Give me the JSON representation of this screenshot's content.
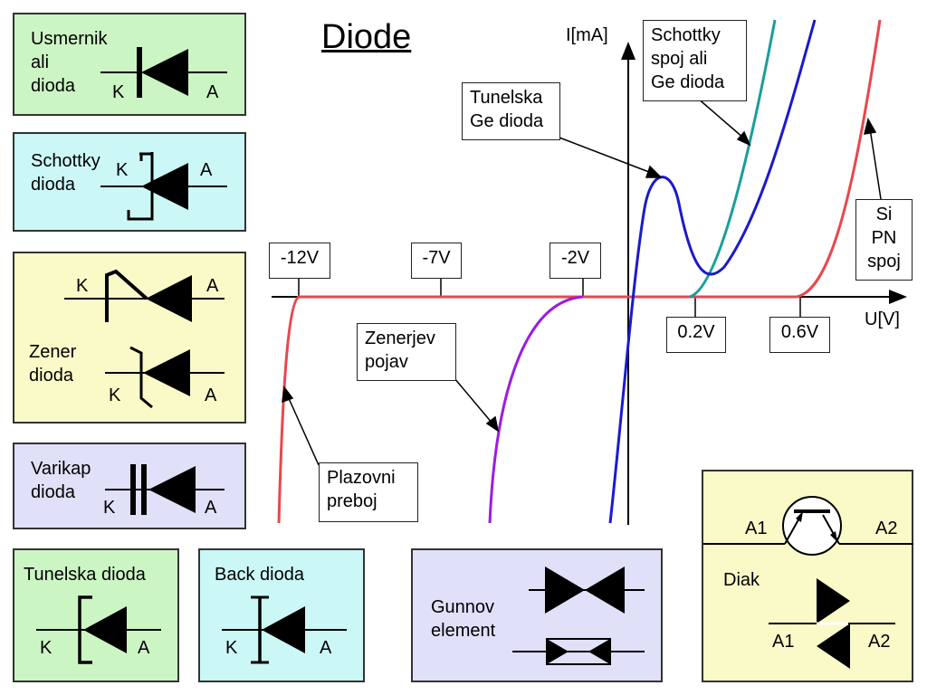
{
  "title": "Diode",
  "axes": {
    "y_label": "I[mA]",
    "x_label": "U[V]"
  },
  "voltage_labels": {
    "v12": "-12V",
    "v7": "-7V",
    "v2": "-2V",
    "v02": "0.2V",
    "v06": "0.6V"
  },
  "curve_labels": {
    "tunelska": "Tunelska\nGe dioda",
    "schottky": "Schottky\nspoj ali\nGe dioda",
    "si": "Si\nPN\nspoj",
    "zener": "Zenerjev\npojav",
    "plazovni": "Plazovni\npreboj"
  },
  "symbols": {
    "usmernik": {
      "name": "Usmernik\nali\ndioda",
      "k": "K",
      "a": "A"
    },
    "schottky": {
      "name": "Schottky\ndioda",
      "k": "K",
      "a": "A"
    },
    "zener": {
      "name": "Zener\ndioda",
      "k1": "K",
      "a1": "A",
      "k2": "K",
      "a2": "A"
    },
    "varikap": {
      "name": "Varikap\ndioda",
      "k": "K",
      "a": "A"
    },
    "tunelska": {
      "name": "Tunelska dioda",
      "k": "K",
      "a": "A"
    },
    "back": {
      "name": "Back dioda",
      "k": "K",
      "a": "A"
    },
    "gunn": {
      "name": "Gunnov\nelement"
    },
    "diak": {
      "name": "Diak",
      "a1_top": "A1",
      "a2_top": "A2",
      "a1_bot": "A1",
      "a2_bot": "A2"
    }
  },
  "colors": {
    "si": "#e8474c",
    "schottky": "#1a9e9a",
    "tunnel": "#1a1acc",
    "zener": "#9b1de0",
    "axis": "#000000"
  }
}
